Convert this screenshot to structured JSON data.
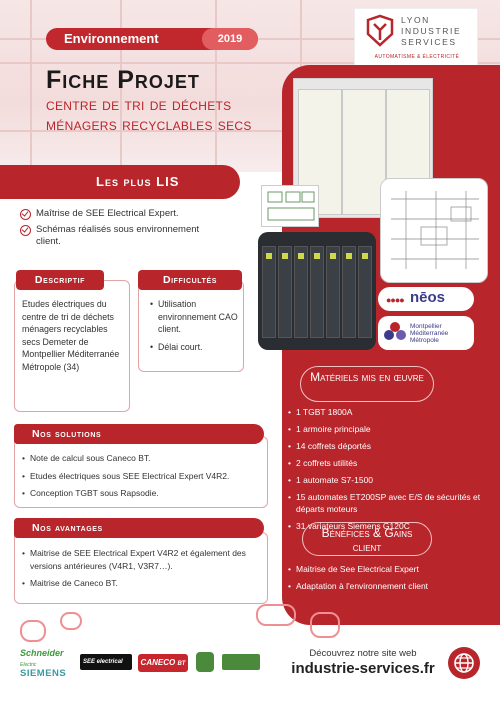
{
  "header": {
    "category": "Environnement",
    "year": "2019",
    "title": "Fiche Projet",
    "subtitle": "centre de tri de déchets ménagers recyclables secs"
  },
  "logo": {
    "line1": "LYON",
    "line2": "INDUSTRIE",
    "line3": "SERVICES",
    "tagline": "AUTOMATISME & ÉLECTRICITÉ"
  },
  "plus": {
    "heading": "Les plus LIS",
    "items": [
      "Maîtrise de SEE Electrical Expert.",
      "Schémas réalisés sous environnement client."
    ]
  },
  "descriptif": {
    "heading": "Descriptif",
    "text": "Etudes électriques du centre de tri de déchets ménagers recyclables secs Demeter de Montpellier Méditerranée Métropole (34)"
  },
  "difficultes": {
    "heading": "Difficultés",
    "items": [
      "Utilisation environnement CAO client.",
      "Délai court."
    ]
  },
  "solutions": {
    "heading": "Nos solutions",
    "items": [
      "Note de calcul sous Caneco BT.",
      "Etudes électriques sous SEE Electrical Expert V4R2.",
      "Conception TGBT sous Rapsodie."
    ]
  },
  "avantages": {
    "heading": "Nos avantages",
    "items": [
      "Maitrise de SEE Electrical Expert V4R2 et également des versions antérieures (V4R1, V3R7…).",
      "Maitrise de Caneco BT."
    ]
  },
  "materiels": {
    "heading": "Matériels mis en œuvre",
    "items": [
      "1 TGBT 1800A",
      "1 armoire principale",
      "14 coffrets déportés",
      "2 coffrets utilités",
      "1 automate S7-1500",
      "15 automates ET200SP avec E/S de sécurités et départs moteurs",
      "31 variateurs Siemens G120C"
    ]
  },
  "benefices": {
    "heading": "Bénéfices & Gains client",
    "items": [
      "Maitrise de See Electrical Expert",
      "Adaptation à l'environnement client"
    ]
  },
  "partners": {
    "neos": "nēos",
    "montpellier": "Montpellier Méditerranée Métropole",
    "schneider": "Schneider",
    "schneider_sub": "Electric",
    "siemens": "SIEMENS",
    "see": "SEE electrical",
    "caneco": "CANECO",
    "caneco_sub": "BT"
  },
  "footer": {
    "cta": "Découvrez notre site web",
    "url": "industrie-services.fr"
  },
  "colors": {
    "accent": "#b8252b",
    "soft": "#ef8f92"
  }
}
